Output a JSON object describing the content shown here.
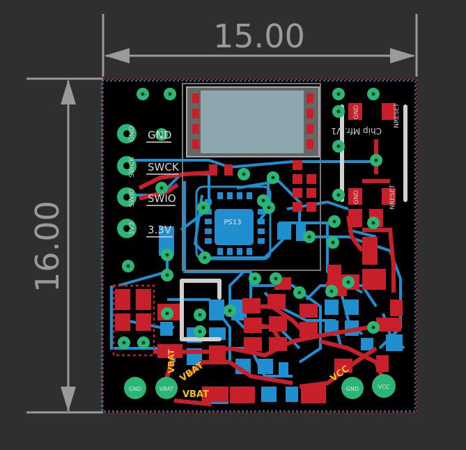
{
  "dimensions": {
    "width": "15.00",
    "height": "16.00"
  },
  "header_labels": {
    "gnd": "GND",
    "swck": "SWCK",
    "swio": "SWIO",
    "v33": "3.3V"
  },
  "rotated_labels": {
    "gnd": "GND",
    "swck": "SWCK",
    "swio": "SWIO",
    "v33": "3V3"
  },
  "chip_label": "PS13",
  "right_labels": {
    "gnd_top": "GND",
    "nreset_top": "NRESET",
    "gnd_bottom": "GND",
    "nreset_bottom": "NRESET"
  },
  "mirrored_text": "Chip Mfr. V1",
  "net_labels": {
    "vbat_a": "VBAT",
    "vbat_b": "VBAT",
    "vbat_c": "VBAT",
    "vcc": "VCC"
  },
  "bottom_pad_labels": {
    "gnd_left": "GND",
    "vbat": "VBAT",
    "gnd_right": "GND",
    "vcc": "VCC"
  },
  "colors": {
    "board": "#000000",
    "top_copper": "#c8202a",
    "bottom_copper": "#1f8fd0",
    "via": "#2bb673",
    "silkscreen": "#d8d8d8",
    "dimension": "#9a9a9a",
    "net_label": "#f0c020"
  }
}
